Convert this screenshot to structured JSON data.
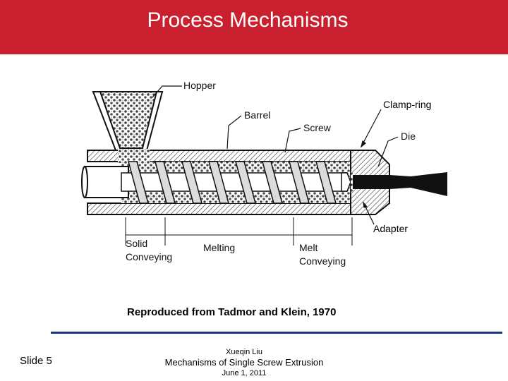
{
  "header": {
    "title": "Process Mechanisms",
    "bg_color": "#c8202e"
  },
  "diagram": {
    "labels": {
      "hopper": "Hopper",
      "barrel": "Barrel",
      "screw": "Screw",
      "die": "Die",
      "solid_conveying_line1": "Solid",
      "solid_conveying_line2": "Conveying",
      "melting": "Melting",
      "melt_conveying_line1": "Melt",
      "melt_conveying_line2": "Conveying"
    },
    "callouts": {
      "clamp_ring": "Clamp-ring",
      "adapter": "Adapter"
    }
  },
  "caption": "Reproduced from Tadmor and Klein, 1970",
  "footer": {
    "slide": "Slide 5",
    "author": "Xueqin Liu",
    "talk_title": "Mechanisms of Single Screw Extrusion",
    "date": "June 1, 2011",
    "rule_color": "#1c2f8a"
  }
}
